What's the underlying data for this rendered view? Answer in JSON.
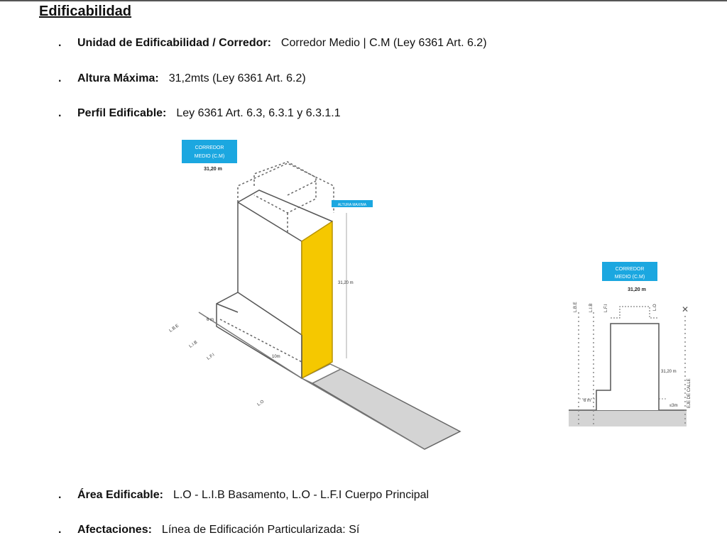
{
  "section_title": "Edificabilidad",
  "items": [
    {
      "label": "Unidad de Edificabilidad / Corredor:",
      "value": "Corredor Medio | C.M (Ley 6361 Art. 6.2)"
    },
    {
      "label": "Altura Máxima:",
      "value": "31,2mts (Ley 6361 Art. 6.2)"
    },
    {
      "label": "Perfil Edificable:",
      "value": "Ley 6361 Art. 6.3, 6.3.1 y 6.3.1.1"
    },
    {
      "label": "Área Edificable:",
      "value": "L.O - L.I.B Basamento, L.O - L.F.I Cuerpo Principal"
    },
    {
      "label": "Afectaciones:",
      "value": "Línea de Edificación Particularizada: Sí"
    }
  ],
  "bullet": ".",
  "diagram_iso": {
    "tag_line1": "CORREDOR",
    "tag_line2": "MEDIO (C.M)",
    "tag_height": "31,20 m",
    "altura_tag": "ALTURA MAXIMA",
    "height_dim": "31,20 m",
    "base_dim": "6 m",
    "depth_dim": "10m",
    "lines": [
      "L.B.E",
      "L.I.B",
      "L.F.I",
      "L.O"
    ]
  },
  "diagram_section": {
    "tag_line1": "CORREDOR",
    "tag_line2": "MEDIO (C.M)",
    "tag_height": "31,20 m",
    "height_dim": "31,20 m",
    "base_dim": "6 m",
    "setback_dim": "≤3m",
    "lines": [
      "L.B.E",
      "L.I.B",
      "L.F.I",
      "L.O"
    ],
    "axis_label": "EJE DE CALLE"
  },
  "colors": {
    "accent_blue": "#1ba7e0",
    "yellow": "#f5c800",
    "ground": "#d4d4d4"
  }
}
